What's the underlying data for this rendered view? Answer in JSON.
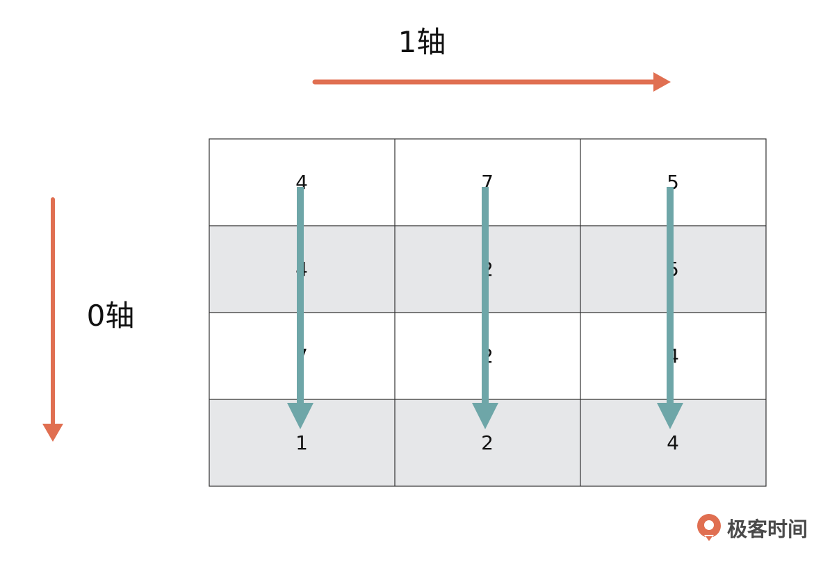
{
  "axes": {
    "axis1_label": "1轴",
    "axis0_label": "0轴"
  },
  "table": {
    "rows": [
      [
        "4",
        "7",
        "5"
      ],
      [
        "4",
        "2",
        "5"
      ],
      [
        "7",
        "2",
        "4"
      ],
      [
        "1",
        "2",
        "4"
      ]
    ],
    "row_fills": [
      "#ffffff",
      "#e6e7e9",
      "#ffffff",
      "#e6e7e9"
    ]
  },
  "colors": {
    "axis_arrow": "#e06f51",
    "column_arrow": "#6ea6a8",
    "grid_line": "#333333"
  },
  "logo": {
    "text": "极客时间",
    "icon": "geektime-logo-icon",
    "color": "#e06f51"
  }
}
